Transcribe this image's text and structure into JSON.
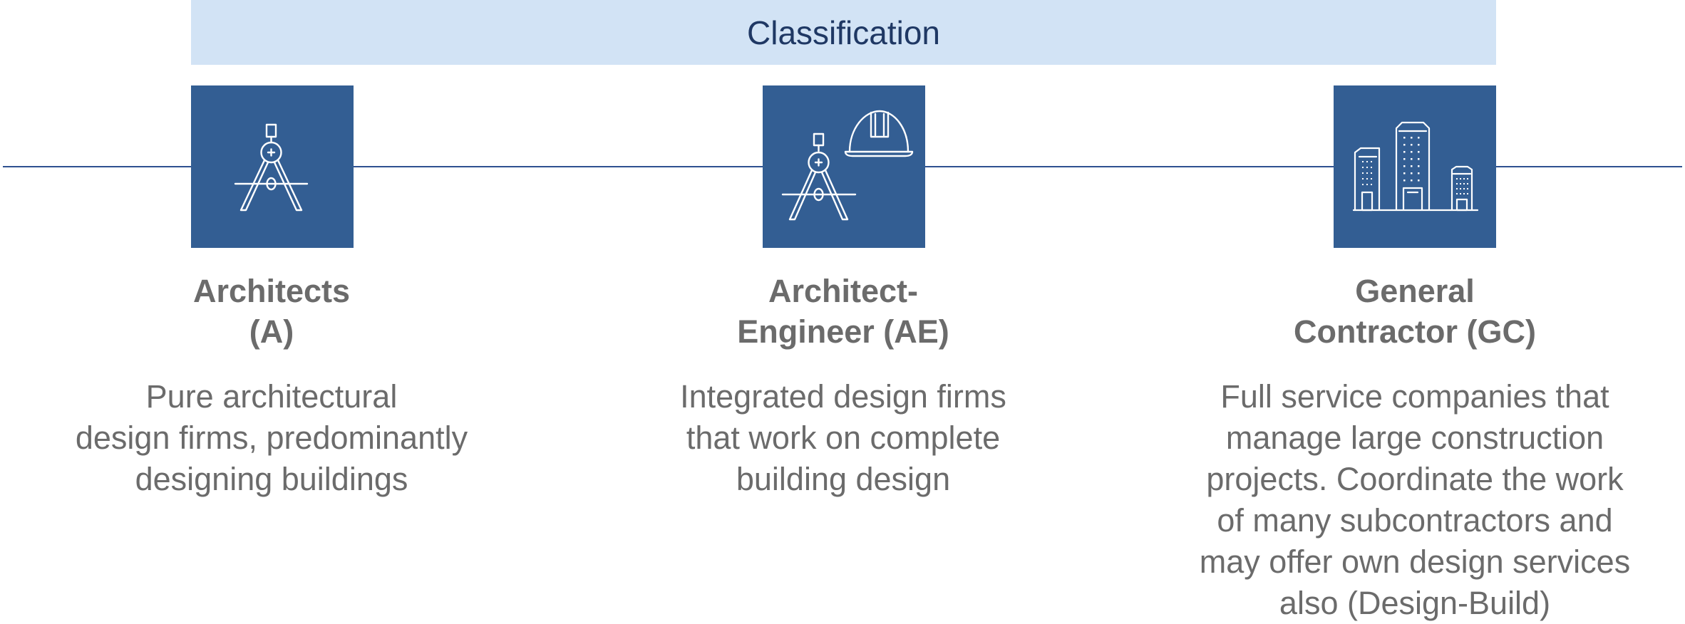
{
  "banner": {
    "label": "Classification"
  },
  "columns": [
    {
      "icon": "drafting-compass-icon",
      "title_line1": "Architects",
      "title_line2": "(A)",
      "desc_lines": [
        "Pure architectural",
        "design firms, predominantly",
        "designing buildings"
      ]
    },
    {
      "icon": "compass-and-hardhat-icon",
      "title_line1": "Architect-",
      "title_line2": "Engineer (AE)",
      "desc_lines": [
        "Integrated design firms",
        "that work on complete",
        "building design"
      ]
    },
    {
      "icon": "office-buildings-icon",
      "title_line1": "General",
      "title_line2": "Contractor (GC)",
      "desc_lines": [
        "Full service companies that",
        "manage large construction",
        "projects. Coordinate the work",
        "of many subcontractors and",
        "may offer own design services",
        "also (Design-Build)"
      ]
    }
  ],
  "colors": {
    "banner_bg": "#d2e3f5",
    "banner_text": "#1f3864",
    "icon_bg": "#335e93",
    "line": "#2e5190",
    "text": "#6b6b6b"
  }
}
